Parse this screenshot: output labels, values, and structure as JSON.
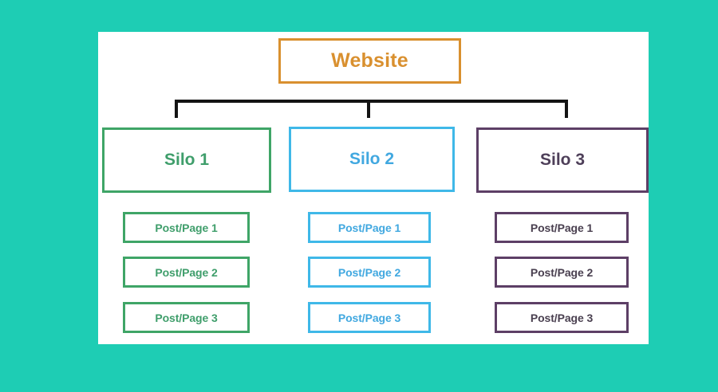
{
  "diagram": {
    "title_node": {
      "label": "Website",
      "color": "#d9902f"
    },
    "background_color": "#1ecdb4",
    "panel_color": "#ffffff",
    "connector_color": "#141414",
    "silos": [
      {
        "label": "Silo 1",
        "border_color": "#3fa567",
        "text_color": "#3f9e6b",
        "children": [
          {
            "label": "Post/Page 1"
          },
          {
            "label": "Post/Page 2"
          },
          {
            "label": "Post/Page 3"
          }
        ]
      },
      {
        "label": "Silo 2",
        "border_color": "#3fb8e8",
        "text_color": "#41a8e0",
        "children": [
          {
            "label": "Post/Page 1"
          },
          {
            "label": "Post/Page 2"
          },
          {
            "label": "Post/Page 3"
          }
        ]
      },
      {
        "label": "Silo 3",
        "border_color": "#5d3f66",
        "text_color": "#4e3f59",
        "children": [
          {
            "label": "Post/Page 1"
          },
          {
            "label": "Post/Page 2"
          },
          {
            "label": "Post/Page 3"
          }
        ]
      }
    ]
  }
}
